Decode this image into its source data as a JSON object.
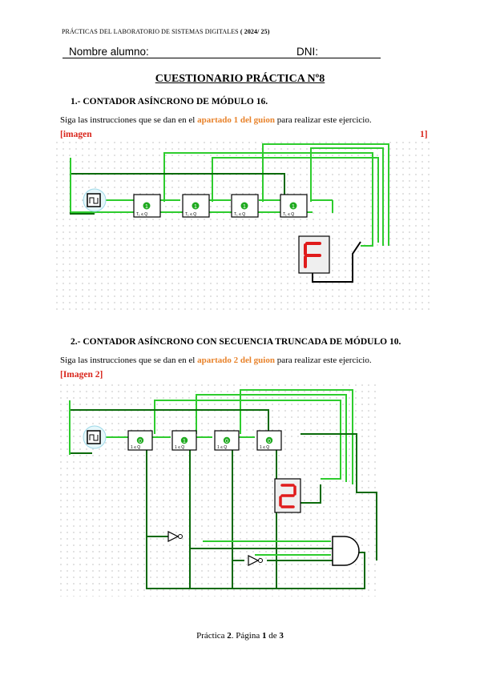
{
  "header": {
    "org": "PRÁCTICAS DEL LABORATORIO DE SISTEMAS DIGITALES",
    "year": "( 2024/ 25)"
  },
  "form": {
    "name_label": "Nombre alumno:",
    "dni_label": "DNI:"
  },
  "title": "CUESTIONARIO PRÁCTICA Nº8",
  "section1": {
    "heading": "1.- CONTADOR ASÍNCRONO DE MÓDULO 16.",
    "text_before": "Siga las instrucciones que se dan en el",
    "link": "apartado 1 del guion",
    "text_after": "para realizar este ejercicio.",
    "image_label_left": "[imagen",
    "image_label_right": "1]",
    "ff_outputs": [
      "1",
      "1",
      "1",
      "1"
    ],
    "ff_label": "T₁ ≤ Q",
    "display_digit": "F"
  },
  "section2": {
    "heading": "2.- CONTADOR ASÍNCRONO CON SECUENCIA TRUNCADA DE MÓDULO 10.",
    "text_before": "Siga las instrucciones que se dan en el",
    "link": "apartado 2 del guion",
    "text_after": "para realizar este ejercicio.",
    "image_label": "[Imagen 2]",
    "ff_outputs": [
      "0",
      "1",
      "0",
      "0"
    ],
    "ff_label": "1 ≤ Q",
    "display_digit": "2"
  },
  "footer": {
    "prefix": "Práctica",
    "num": "2",
    "mid": ". Página",
    "page": "1",
    "of": "de",
    "total": "3"
  },
  "colors": {
    "wire_on": "#2ecc2e",
    "wire_dark": "#0a6a0a",
    "display": "#e01b1b",
    "accent": "#e8822a",
    "label_red": "#d9261c"
  }
}
